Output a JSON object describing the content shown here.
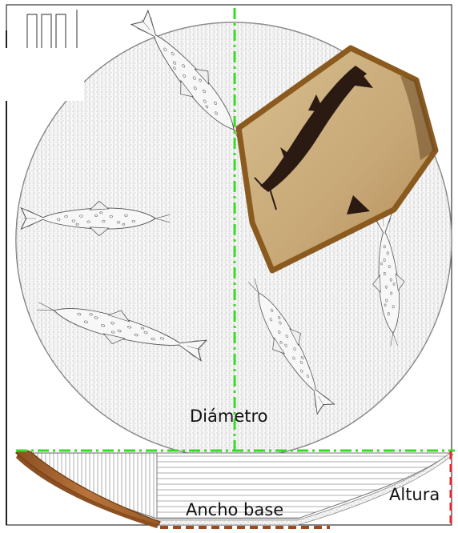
{
  "labels": {
    "diameter": "Diámetro",
    "base_width": "Ancho base",
    "height": "Altura"
  },
  "colors": {
    "diameter_line": "#33dd22",
    "base_width_line": "#9a4a1c",
    "height_line": "#e8232c",
    "sherd_fill": "#c9ab78",
    "sherd_border": "#8a5a1e",
    "fish_motif": "#2a1a12",
    "profile_fill": "#a8622e"
  },
  "icons": [
    "scale-bar-icon",
    "fish-motif-icon",
    "painted-sherd"
  ]
}
